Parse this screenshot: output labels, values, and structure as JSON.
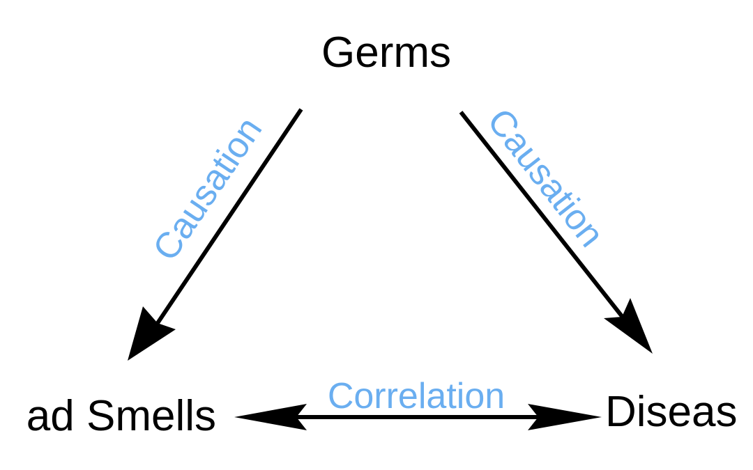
{
  "colors": {
    "background": "#ffffff",
    "node_text": "#000000",
    "arrow": "#000000",
    "relation_text": "#6aaef0"
  },
  "nodes": {
    "top": "Germs",
    "left": "ad Smells",
    "right": "Diseas"
  },
  "relations": {
    "top_left": "Causation",
    "top_right": "Causation",
    "bottom": "Correlation"
  }
}
